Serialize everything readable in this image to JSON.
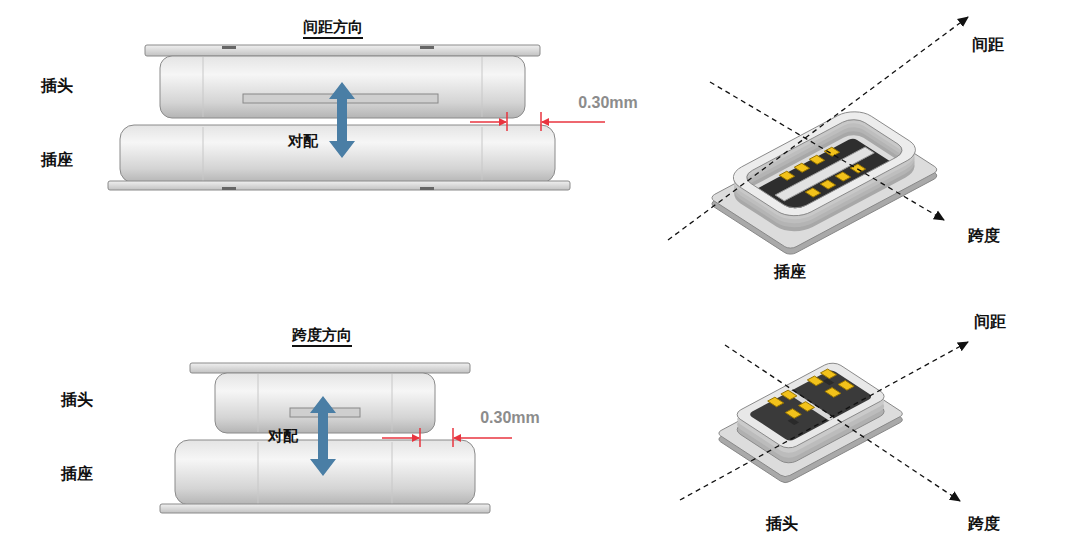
{
  "diagram": {
    "labels": [
      "间距方向",
      "插头",
      "对配",
      "0.30mm",
      "插座",
      "间距",
      "跨度",
      "插座",
      "跨度方向",
      "插头",
      "对配",
      "0.30mm",
      "插座",
      "间距",
      "跨度",
      "插头"
    ]
  }
}
